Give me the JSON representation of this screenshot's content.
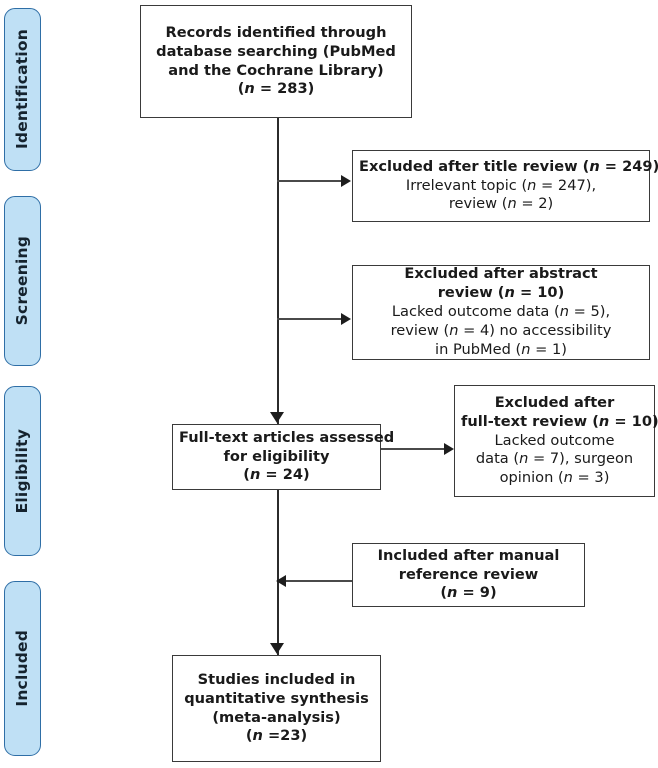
{
  "diagram": {
    "title": "PRISMA study selection flow diagram",
    "colors": {
      "pill_fill": "#bfe0f5",
      "pill_border": "#2e6ea6",
      "box_border": "#3a3a3a",
      "connector": "#2b2b2b",
      "background": "#ffffff",
      "text": "#1a1a1a"
    }
  },
  "stages": [
    {
      "id": "identification",
      "label": "Identification"
    },
    {
      "id": "screening",
      "label": "Screening"
    },
    {
      "id": "eligibility",
      "label": "Eligibility"
    },
    {
      "id": "included",
      "label": "Included"
    }
  ],
  "boxes": {
    "records_identified": {
      "id": "records-identified",
      "lines": [
        {
          "text": "Records identified through",
          "bold": true
        },
        {
          "text": "database searching (PubMed",
          "bold": true
        },
        {
          "text": "and the Cochrane Library)",
          "bold": true
        },
        {
          "text": "(n = 283)",
          "bold": true,
          "italic_n": true
        }
      ],
      "n": 283
    },
    "excluded_title": {
      "id": "excluded-after-title-review",
      "lines": [
        {
          "text": "Excluded after title review (n = 249)",
          "bold": true,
          "italic_n": true
        },
        {
          "text": "Irrelevant topic (n = 247),",
          "bold": false,
          "italic_n": true
        },
        {
          "text": "review (n = 2)",
          "bold": false,
          "italic_n": true
        }
      ],
      "n": 249,
      "reasons": [
        {
          "label": "Irrelevant topic",
          "n": 247
        },
        {
          "label": "review",
          "n": 2
        }
      ]
    },
    "excluded_abstract": {
      "id": "excluded-after-abstract-review",
      "lines": [
        {
          "text": "Excluded after abstract",
          "bold": true
        },
        {
          "text": "review (n = 10)",
          "bold": true,
          "italic_n": true
        },
        {
          "text": "Lacked outcome data (n = 5),",
          "bold": false,
          "italic_n": true
        },
        {
          "text": "review (n = 4) no accessibility",
          "bold": false,
          "italic_n": true
        },
        {
          "text": "in PubMed (n = 1)",
          "bold": false,
          "italic_n": true
        }
      ],
      "n": 10,
      "reasons": [
        {
          "label": "Lacked outcome data",
          "n": 5
        },
        {
          "label": "review",
          "n": 4
        },
        {
          "label": "no accessibility in PubMed",
          "n": 1
        }
      ]
    },
    "fulltext_assessed": {
      "id": "full-text-articles-assessed",
      "lines": [
        {
          "text": "Full-text articles assessed",
          "bold": true
        },
        {
          "text": "for eligibility",
          "bold": true
        },
        {
          "text": "(n = 24)",
          "bold": true,
          "italic_n": true
        }
      ],
      "n": 24
    },
    "excluded_fulltext": {
      "id": "excluded-after-full-text-review",
      "lines": [
        {
          "text": "Excluded after",
          "bold": true
        },
        {
          "text": "full-text review (n = 10)",
          "bold": true,
          "italic_n": true
        },
        {
          "text": "Lacked outcome",
          "bold": false
        },
        {
          "text": "data (n = 7), surgeon",
          "bold": false,
          "italic_n": true
        },
        {
          "text": "opinion (n = 3)",
          "bold": false,
          "italic_n": true
        }
      ],
      "n": 10,
      "reasons": [
        {
          "label": "Lacked outcome data",
          "n": 7
        },
        {
          "label": "surgeon opinion",
          "n": 3
        }
      ]
    },
    "included_manual": {
      "id": "included-after-manual-reference-review",
      "lines": [
        {
          "text": "Included after manual",
          "bold": true
        },
        {
          "text": "reference review",
          "bold": true
        },
        {
          "text": "(n = 9)",
          "bold": true,
          "italic_n": true
        }
      ],
      "n": 9
    },
    "studies_included": {
      "id": "studies-included-quantitative-synthesis",
      "lines": [
        {
          "text": "Studies included in",
          "bold": true
        },
        {
          "text": "quantitative synthesis",
          "bold": true
        },
        {
          "text": "(meta-analysis)",
          "bold": true
        },
        {
          "text": "(n =23)",
          "bold": true,
          "italic_n": true
        }
      ],
      "n": 23
    }
  }
}
